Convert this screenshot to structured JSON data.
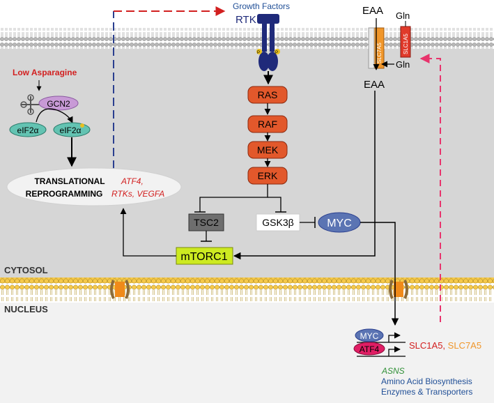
{
  "colors": {
    "cytosol_bg": "#d6d6d6",
    "nucleus_bg": "#f2f2f2",
    "membrane": "#f2b43a",
    "node_red": "#e2582b",
    "growth_blue": "#1f4e96",
    "red_text": "#d21f1f",
    "green_text": "#2f8f36",
    "mtorc1_fill": "#cdea21",
    "myc_fill": "#5b74b3",
    "gcn2_fill": "#c89ad6",
    "eif2_fill": "#63c3b2",
    "atf4_fill": "#e01e64",
    "pink_arrow": "#e8336c",
    "slc7a5_fill": "#f0962a",
    "slc1a5_fill": "#e03a2a"
  },
  "labels": {
    "growth_factors": "Growth Factors",
    "rtk": "RTK",
    "eaa_top": "EAA",
    "eaa_mid": "EAA",
    "gln_top": "Gln",
    "gln_mid": "Gln",
    "slc7a5_transporter": "SLC7A5",
    "slc1a5_transporter": "SLC1A5",
    "phospho": "P",
    "low_asparagine": "Low Asparagine",
    "gcn2": "GCN2",
    "eif2a_left": "eIF2α",
    "eif2a_right": "eIF2α",
    "translational_1": "TRANSLATIONAL",
    "translational_2": "REPROGRAMMING",
    "targets_1": "ATF4,",
    "targets_2": "RTKs, VEGFA",
    "ras": "RAS",
    "raf": "RAF",
    "mek": "MEK",
    "erk": "ERK",
    "tsc2": "TSC2",
    "gsk3b": "GSK3β",
    "myc": "MYC",
    "mtorc1": "mTORC1",
    "cytosol": "CYTOSOL",
    "nucleus": "NUCLEUS",
    "myc_nuc": "MYC",
    "atf4_nuc": "ATF4",
    "slc1a5_gene": "SLC1A5",
    "gene_sep": ", ",
    "slc7a5_gene": "SLC7A5",
    "asns": "ASNS",
    "aa_line1": "Amino Acid Biosynthesis",
    "aa_line2": "Enzymes & Transporters"
  }
}
